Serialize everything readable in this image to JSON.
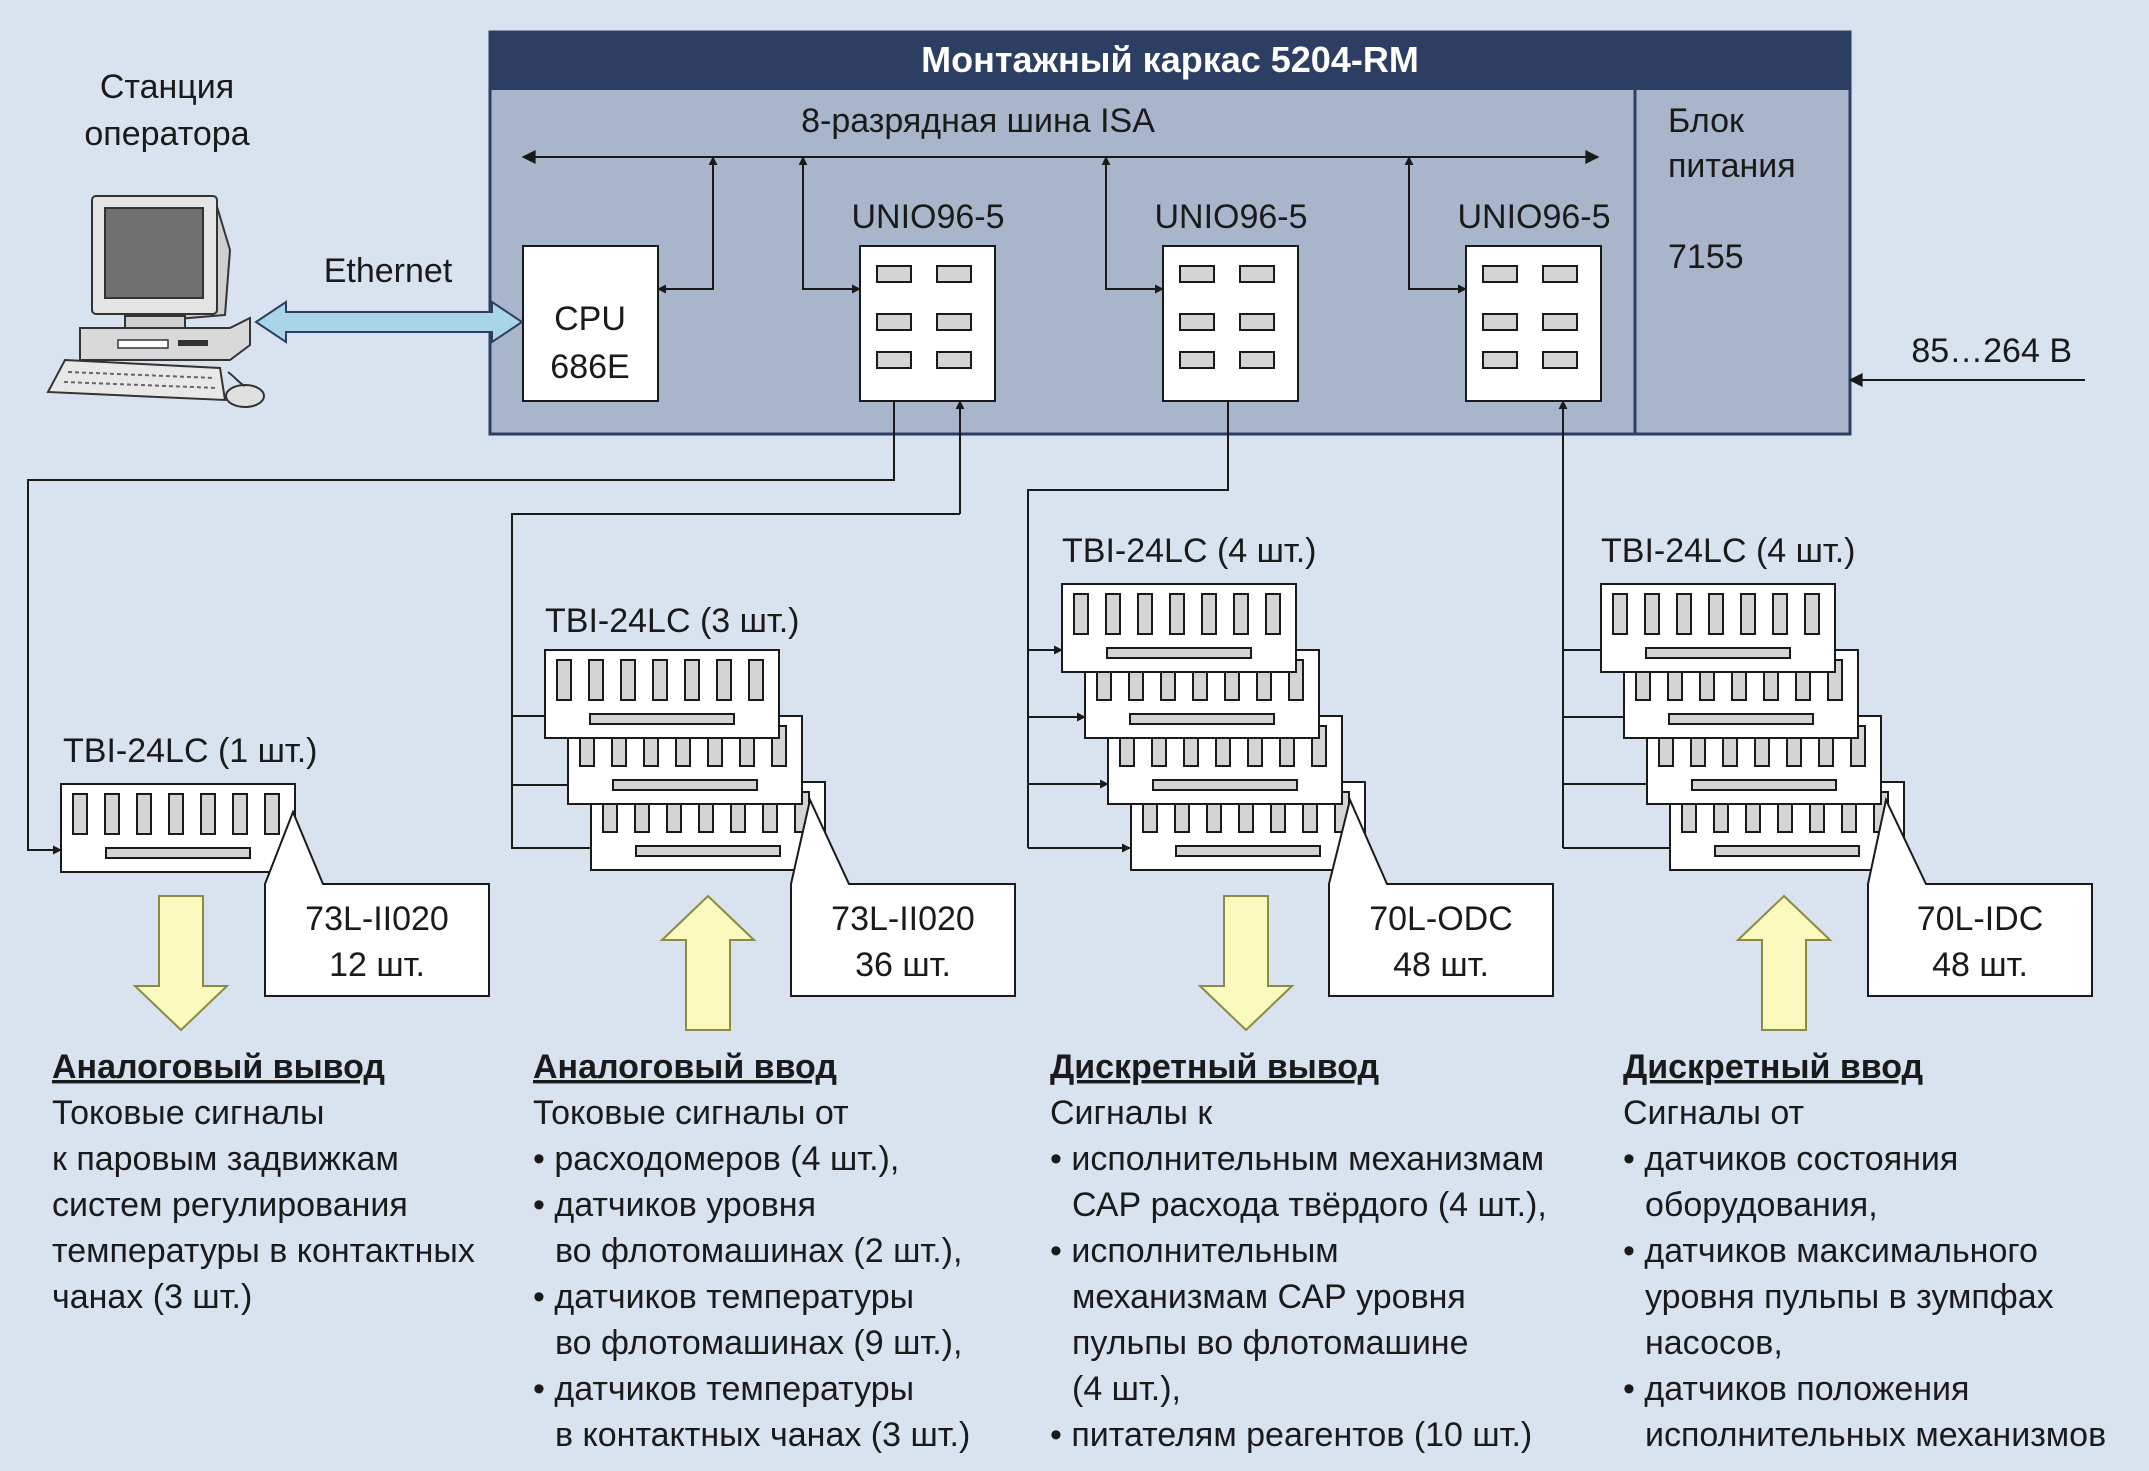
{
  "frame": {
    "title": "Монтажный каркас 5204-RM",
    "bus_label": "8-разрядная шина ISA",
    "power_block": [
      "Блок",
      "питания",
      "7155"
    ],
    "voltage": "85…264 В"
  },
  "station": [
    "Станция",
    "оператора"
  ],
  "ethernet": "Ethernet",
  "cpu": [
    "CPU",
    "686E"
  ],
  "unio_label": "UNIO96-5",
  "terminal_groups": [
    {
      "label": "TBI-24LC (1 шт.)",
      "module": [
        "73L-II020",
        "12 шт."
      ]
    },
    {
      "label": "TBI-24LC (3 шт.)",
      "module": [
        "73L-II020",
        "36 шт."
      ]
    },
    {
      "label": "TBI-24LC (4 шт.)",
      "module": [
        "70L-ODC",
        "48 шт."
      ]
    },
    {
      "label": "TBI-24LC (4 шт.)",
      "module": [
        "70L-IDC",
        "48 шт."
      ]
    }
  ],
  "descriptions": [
    {
      "heading": "Аналоговый вывод",
      "lines": [
        "Токовые сигналы",
        "к  паровым задвижкам",
        "систем регулирования",
        "температуры в контактных",
        "чанах (3 шт.)"
      ]
    },
    {
      "heading": "Аналоговый ввод",
      "lines": [
        "Токовые сигналы от",
        "• расходомеров (4 шт.),",
        "• датчиков уровня",
        "во флотомашинах (2 шт.),",
        "• датчиков температуры",
        "во флотомашинах (9 шт.),",
        "• датчиков температуры",
        "в контактных чанах (3 шт.)"
      ]
    },
    {
      "heading": "Дискретный вывод",
      "lines": [
        "Сигналы к",
        "• исполнительным механизмам",
        "САР расхода   твёрдого (4 шт.),",
        "• исполнительным",
        "механизмам САР уровня",
        "пульпы во флотомашине",
        "(4 шт.),",
        "• питателям реагентов (10 шт.)"
      ]
    },
    {
      "heading": "Дискретный ввод",
      "lines": [
        "Сигналы от",
        "• датчиков состояния",
        "оборудования,",
        "• датчиков максимального",
        "уровня пульпы в зумпфах",
        "насосов,",
        "• датчиков положения",
        "исполнительных механизмов"
      ]
    }
  ],
  "colors": {
    "background": "#d9e3ef",
    "frame_fill": "#a9b5cb",
    "frame_header": "#2c3f63",
    "ethernet_arrow": "#a8d6e8",
    "signal_arrow": "#fafabe"
  }
}
